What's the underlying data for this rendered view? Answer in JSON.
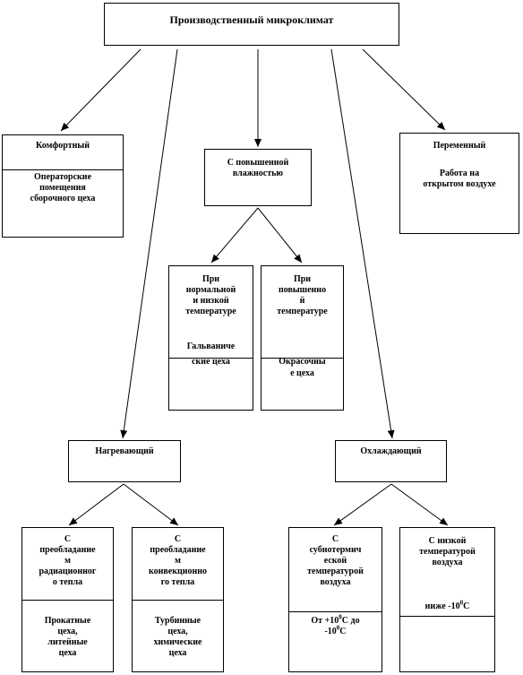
{
  "root": {
    "title": "Производственный микроклимат"
  },
  "comfort": {
    "title": "Комфортный",
    "example": "Операторские\nпомещения\nсборочного  цеха"
  },
  "humid": {
    "title": "С повышенной\nвлажностью"
  },
  "humid_normal": {
    "condition": "При\nнормальной\nи низкой\nтемпературе",
    "example_1": "Гальваниче",
    "example_2": "ские цеха"
  },
  "humid_high": {
    "condition": "При\nповышенно\nй\nтемпературе",
    "example_1": "Окрасочны",
    "example_2": "е цеха"
  },
  "variable": {
    "title": "Переменный",
    "example": "Работа  на\nоткрытом  воздухе"
  },
  "heating": {
    "title": "Нагревающий"
  },
  "heat_radiation": {
    "condition": "С\nпреобладание\nм\nрадиационног\nо тепла",
    "example": "Прокатные\nцеха,\nлитейные\nцеха"
  },
  "heat_convection": {
    "condition": "С\nпреобладание\nм\nконвекционно\nго тепла",
    "example": "Турбинные\nцеха,\nхимические\nцеха"
  },
  "cooling": {
    "title": "Охлаждающий"
  },
  "cool_subzero": {
    "condition": "С\nсубнотермич\nеской\nтемпературой\nвоздуха",
    "range_from": "От +10",
    "range_deg": "0",
    "range_mid": "С до",
    "range_to": "-10",
    "range_deg2": "0",
    "range_unit": "С"
  },
  "cool_low": {
    "condition": "С низкой\nтемпературой\nвоздуха",
    "below_prefix": "ниже -10",
    "below_deg": "0",
    "below_unit": "С"
  },
  "colors": {
    "line": "#000000",
    "background": "#ffffff"
  }
}
